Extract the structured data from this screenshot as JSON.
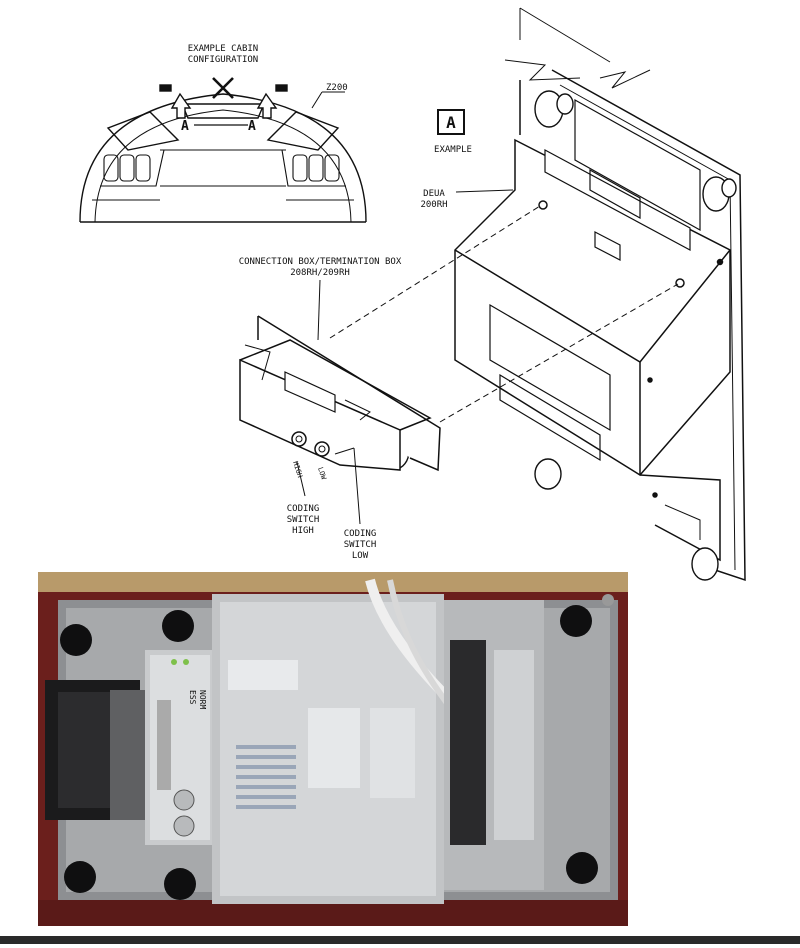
{
  "diagram": {
    "cabin": {
      "title_line1": "EXAMPLE CABIN",
      "title_line2": "CONFIGURATION",
      "ref": "Z200",
      "mark_left": "A",
      "mark_right": "A"
    },
    "view": {
      "box_letter": "A",
      "caption": "EXAMPLE"
    },
    "deua": {
      "line1": "DEUA",
      "line2": "200RH"
    },
    "connection_box": {
      "line1": "CONNECTION BOX/TERMINATION BOX",
      "line2": "208RH/209RH"
    },
    "switch_labels": {
      "high": "HIGH",
      "low": "LOW"
    },
    "coding_high": {
      "line1": "CODING",
      "line2": "SWITCH",
      "line3": "HIGH"
    },
    "coding_low": {
      "line1": "CODING",
      "line2": "SWITCH",
      "line3": "LOW"
    }
  },
  "photo": {
    "module_labels": {
      "norm": "NORM",
      "ess": "ESS"
    }
  }
}
